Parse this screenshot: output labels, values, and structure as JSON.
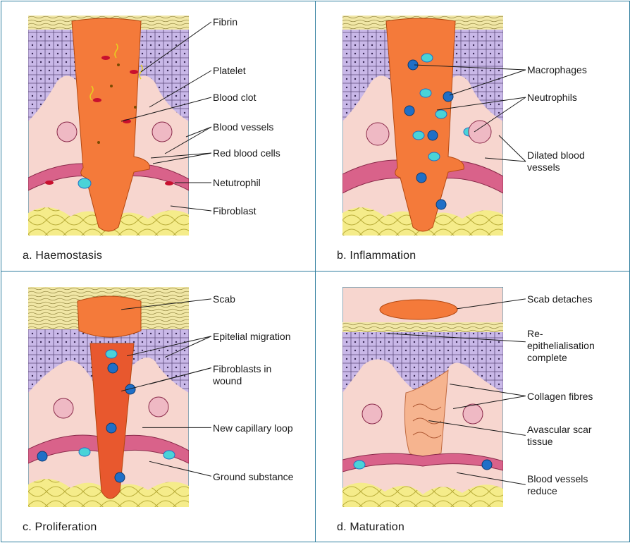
{
  "panels": [
    {
      "caption": "a. Haemostasis",
      "labels": [
        "Fibrin",
        "Platelet",
        "Blood clot",
        "Blood vessels",
        "Red blood cells",
        "Netutrophil",
        "Fibroblast"
      ]
    },
    {
      "caption": "b. Inflammation",
      "labels": [
        "Macrophages",
        "Neutrophils",
        "Dilated blood vessels"
      ]
    },
    {
      "caption": "c. Proliferation",
      "labels": [
        "Scab",
        "Epitelial migration",
        "Fibroblasts in wound",
        "New capillary loop",
        "Ground substance"
      ]
    },
    {
      "caption": "d. Maturation",
      "labels": [
        "Scab detaches",
        "Re-epithelialisation complete",
        "Collagen fibres",
        "Avascular scar tissue",
        "Blood vessels reduce"
      ]
    }
  ],
  "colors": {
    "border": "#2e7d9e",
    "epidermis": "#c9b8e8",
    "dermis": "#f7d6cf",
    "fat": "#f5ec8a",
    "wound": "#f47a3a",
    "vessel": "#d9628a",
    "rbc": "#c8102e",
    "neutrophil": "#49d3d8",
    "macrophage": "#1f6fc7",
    "scar": "#f6b48f"
  }
}
